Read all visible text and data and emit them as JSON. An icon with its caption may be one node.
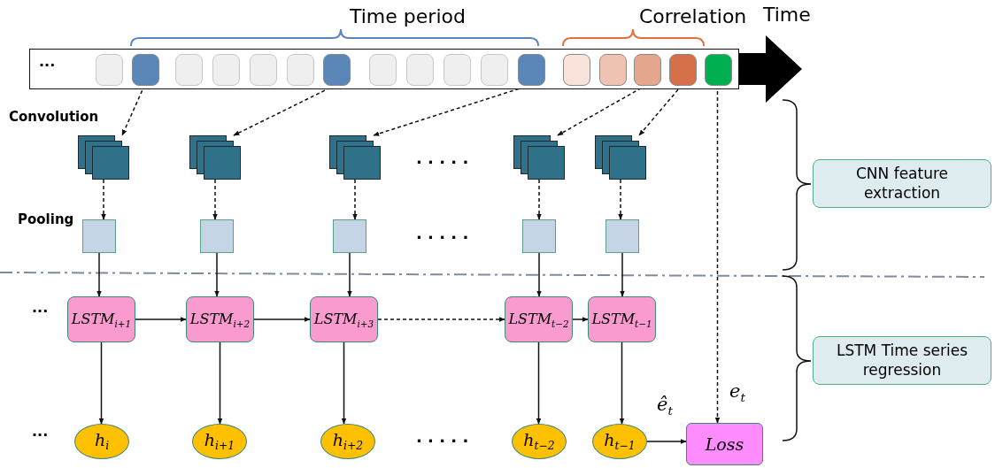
{
  "diagram": {
    "nodes": [
      {
        "text": [
          "..."
        ]
      },
      {
        "text": [],
        "shape": "box",
        "in": 0
      },
      {
        "text": [],
        "shape": "box",
        "in": 0
      },
      {
        "text": [],
        "shape": "box",
        "in": 0
      },
      {
        "text": [],
        "shape": "box",
        "in": 0
      },
      {
        "text": [],
        "shape": "box",
        "in": 0
      },
      {
        "text": [],
        "shape": "box",
        "in": 0
      },
      {
        "text": [],
        "shape": "box",
        "in": 0
      },
      {
        "text": [],
        "shape": "box",
        "in": 0
      },
      {
        "text": [],
        "shape": "box",
        "in": 0
      },
      {
        "text": [],
        "shape": "box",
        "in": 0
      },
      {
        "text": [],
        "shape": "box",
        "in": 0
      },
      {
        "text": [],
        "shape": "box",
        "in": 0
      },
      {
        "text": [],
        "shape": "box",
        "in": 0
      },
      {
        "text": [],
        "shape": "box",
        "in": 0
      },
      {
        "text": [],
        "shape": "box",
        "in": 0
      },
      {
        "text": [],
        "shape": "box",
        "in": 0
      },
      {
        "text": [],
        "shape": "box",
        "in": 0
      },
      {
        "text": [],
        "shape": "box"
      },
      {
        "text": [],
        "shape": "box"
      },
      {
        "text": [],
        "shape": "box"
      },
      {
        "text": [],
        "shape": "box"
      },
      {
        "text": [],
        "shape": "box"
      },
      {
        "text": [],
        "shape": "box"
      },
      {
        "text": [],
        "shape": "box"
      },
      {
        "text": [],
        "shape": "box"
      },
      {
        "text": [],
        "shape": "box"
      },
      {
        "text": [],
        "shape": "box"
      },
      {
        "text": [
          "LSTM$_{i+1}$"
        ]
      },
      {
        "text": [
          "LSTM$_{i+2}$"
        ]
      },
      {
        "text": [
          "LSTM$_{i+3}$"
        ]
      },
      {
        "text": [
          "LSTM$_{t−2}$"
        ]
      },
      {
        "text": [
          "LSTM$_{t−1}$"
        ]
      },
      {
        "text": [
          "h$_{i}$"
        ]
      },
      {
        "text": [
          "h$_{i+1}$"
        ]
      },
      {
        "text": [
          "h$_{i+2}$"
        ]
      },
      {
        "text": [
          "h$_{t−2}$"
        ]
      },
      {
        "text": [
          "h$_{t−1}$"
        ]
      },
      {
        "text": [
          "Loss"
        ]
      },
      {
        "text": [
          "CNN feature extraction"
        ]
      },
      {
        "text": [
          "LSTM Time series regression"
        ]
      }
    ],
    "edges": [
      {
        "from": 2,
        "to": 18,
        "arrow": "to",
        "style": "dashed"
      },
      {
        "from": 7,
        "to": 19,
        "arrow": "to",
        "style": "dashed"
      },
      {
        "from": 12,
        "to": 20,
        "arrow": "to",
        "style": "dashed"
      },
      {
        "from": 15,
        "to": 21,
        "arrow": "to",
        "style": "dashed"
      },
      {
        "from": 16,
        "to": 22,
        "arrow": "to",
        "style": "dashed"
      },
      {
        "from": 17,
        "to": 38,
        "arrow": "to",
        "style": "dashed",
        "label": "e$_{t}$"
      },
      {
        "from": 18,
        "to": 23,
        "arrow": "to",
        "style": "dashed"
      },
      {
        "from": 19,
        "to": 24,
        "arrow": "to",
        "style": "dashed"
      },
      {
        "from": 20,
        "to": 25,
        "arrow": "to",
        "style": "dashed"
      },
      {
        "from": 21,
        "to": 26,
        "arrow": "to",
        "style": "dashed"
      },
      {
        "from": 22,
        "to": 27,
        "arrow": "to",
        "style": "dashed"
      },
      {
        "from": 23,
        "to": 28,
        "arrow": "to"
      },
      {
        "from": 24,
        "to": 29,
        "arrow": "to"
      },
      {
        "from": 25,
        "to": 30,
        "arrow": "to"
      },
      {
        "from": 26,
        "to": 31,
        "arrow": "to"
      },
      {
        "from": 27,
        "to": 32,
        "arrow": "to"
      },
      {
        "from": 28,
        "to": 29,
        "arrow": "to"
      },
      {
        "from": 29,
        "to": 30,
        "arrow": "to"
      },
      {
        "from": 30,
        "to": 31,
        "arrow": "to",
        "style": "dashed"
      },
      {
        "from": 31,
        "to": 32,
        "arrow": "to"
      },
      {
        "from": 28,
        "to": 33,
        "arrow": "to"
      },
      {
        "from": 29,
        "to": 34,
        "arrow": "to"
      },
      {
        "from": 30,
        "to": 35,
        "arrow": "to"
      },
      {
        "from": 31,
        "to": 36,
        "arrow": "to"
      },
      {
        "from": 32,
        "to": 37,
        "arrow": "to"
      },
      {
        "from": 37,
        "to": 38,
        "arrow": "to",
        "label": "ê$_{t}$"
      }
    ],
    "labels": [
      "Time period",
      "Correlation",
      "Time",
      "Convolution",
      "· · · · ·",
      "Pooling",
      "· · · · ·",
      "...",
      "...",
      "· · · · ·"
    ]
  }
}
